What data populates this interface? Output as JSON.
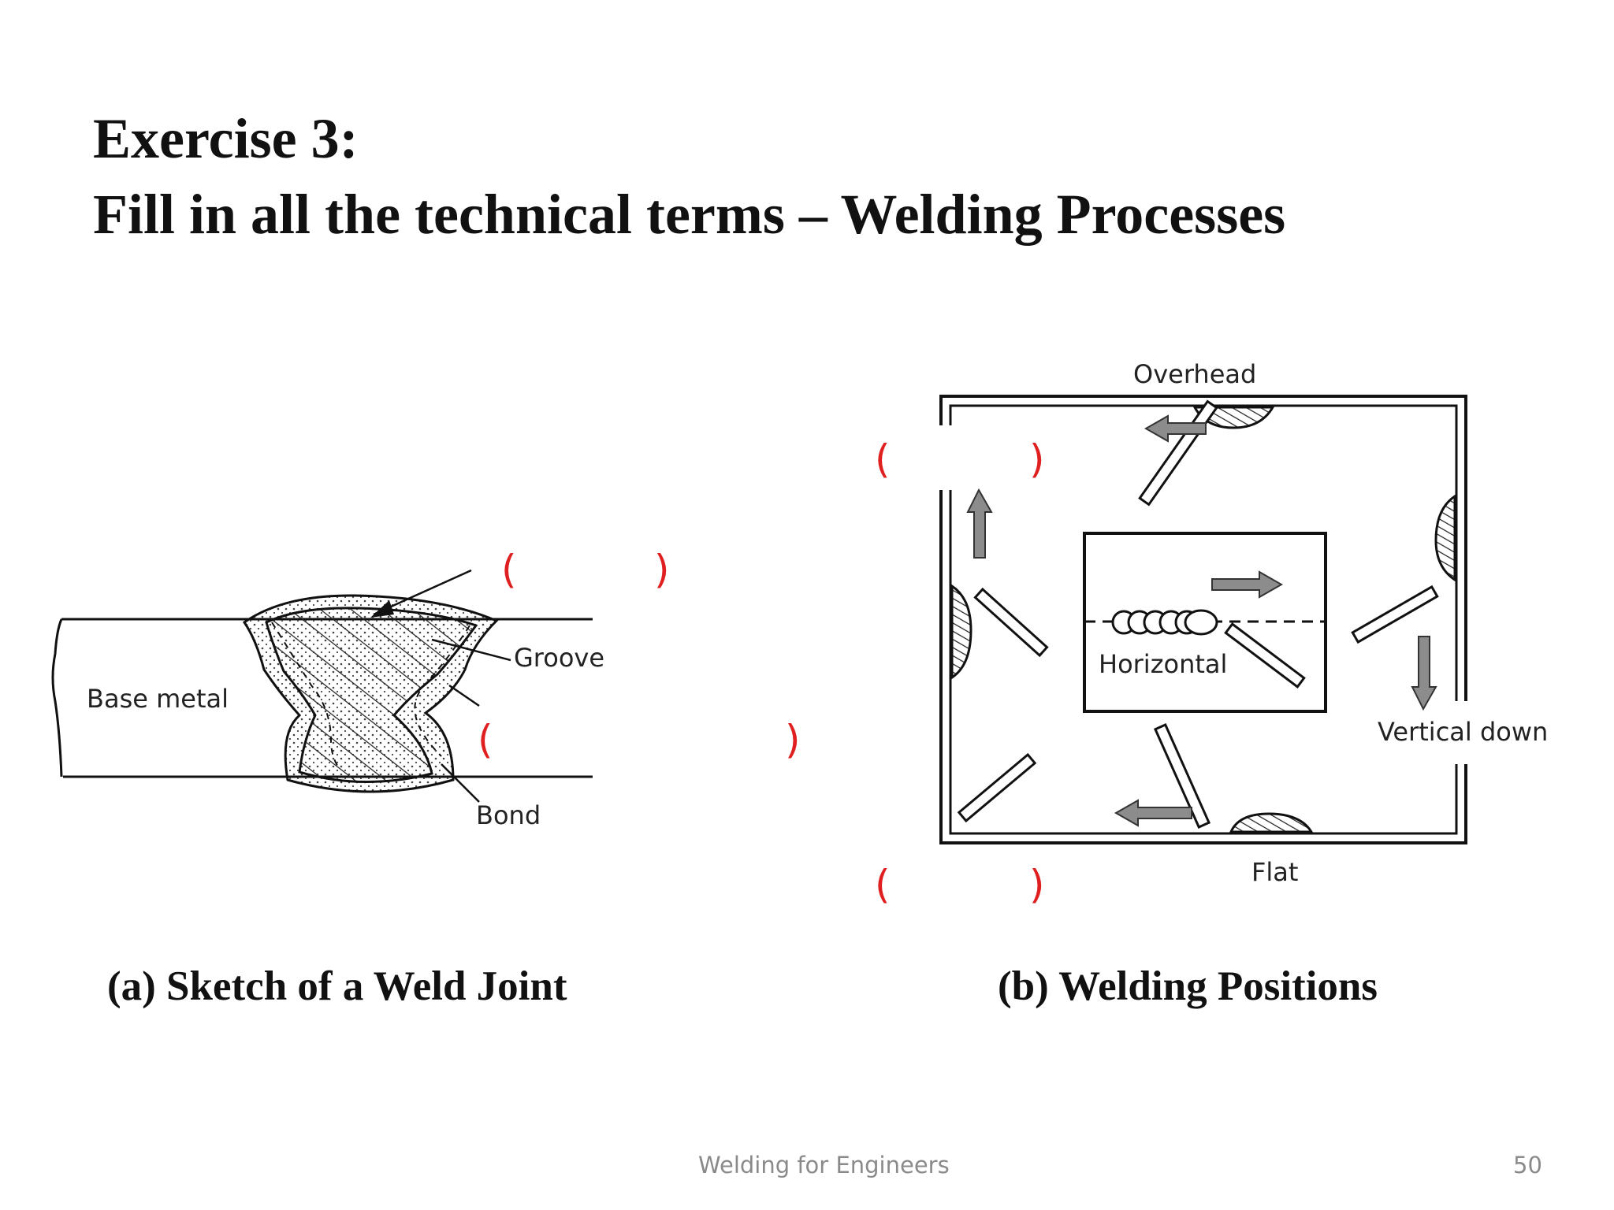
{
  "slide": {
    "title_line1": "Exercise 3:",
    "title_line2": "Fill in all the technical terms – Welding Processes",
    "footer": "Welding for Engineers",
    "page_number": "50"
  },
  "weld_joint": {
    "caption": "(a) Sketch of a Weld Joint",
    "labels": {
      "groove": "Groove",
      "base_metal": "Base metal",
      "bond": "Bond"
    },
    "blank_open": "(",
    "blank_close": ")"
  },
  "welding_positions": {
    "caption": "(b) Welding Positions",
    "labels": {
      "overhead": "Overhead",
      "horizontal": "Horizontal",
      "vertical_down": "Vertical down",
      "flat": "Flat"
    },
    "blank_open": "(",
    "blank_close": ")"
  },
  "colors": {
    "blank_paren": "#e02020",
    "arrow_fill": "#8c8c8c"
  }
}
